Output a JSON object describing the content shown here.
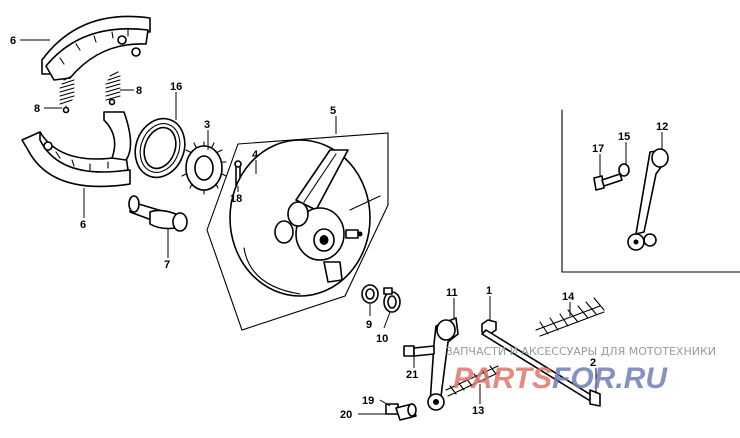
{
  "callouts": {
    "c6a": "6",
    "c6b": "6",
    "c8a": "8",
    "c8b": "8",
    "c16": "16",
    "c3": "3",
    "c4": "4",
    "c18": "18",
    "c5": "5",
    "c7": "7",
    "c9": "9",
    "c10": "10",
    "c11": "11",
    "c1": "1",
    "c14": "14",
    "c21": "21",
    "c2": "2",
    "c13": "13",
    "c19": "19",
    "c20": "20",
    "c17": "17",
    "c15": "15",
    "c12": "12"
  },
  "watermark": {
    "text": "ЗАПЧАСТИ И АКСЕССУАРЫ ДЛЯ МОТОТЕХНИКИ",
    "logo_left": "PARTS",
    "logo_right": "FOR.RU",
    "colors": {
      "text": "#9a9a9a",
      "left": "#e0766a",
      "right": "#6f7fb8"
    }
  }
}
